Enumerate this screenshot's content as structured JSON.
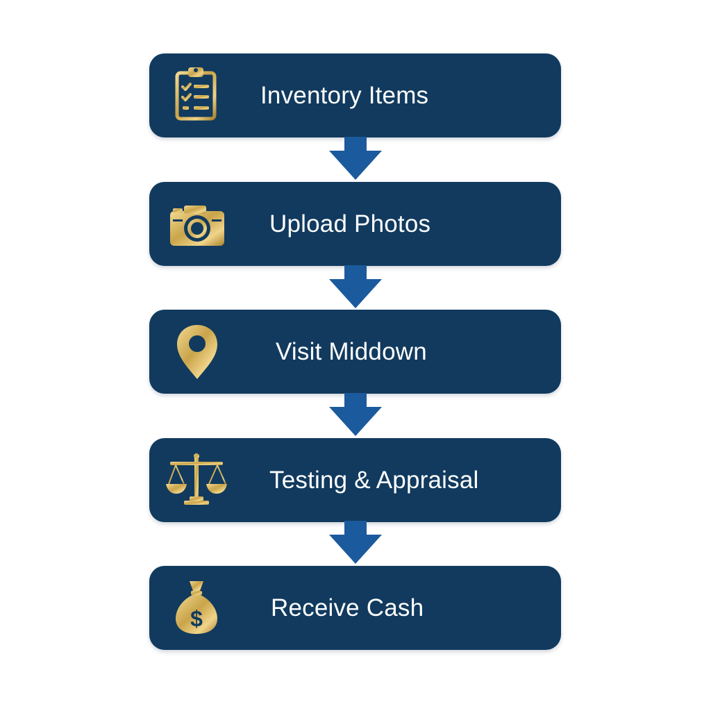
{
  "colors": {
    "box": "#113a5e",
    "arrow": "#1b5a9c",
    "label": "#ffffff",
    "icon_gold": "#c9a44a"
  },
  "steps": [
    {
      "label": "Inventory Items",
      "icon": "clipboard-checklist-icon"
    },
    {
      "label": "Upload Photos",
      "icon": "camera-icon"
    },
    {
      "label": "Visit Middown",
      "icon": "location-pin-icon"
    },
    {
      "label": "Testing & Appraisal",
      "icon": "balance-scale-icon"
    },
    {
      "label": "Receive Cash",
      "icon": "money-bag-icon"
    }
  ]
}
